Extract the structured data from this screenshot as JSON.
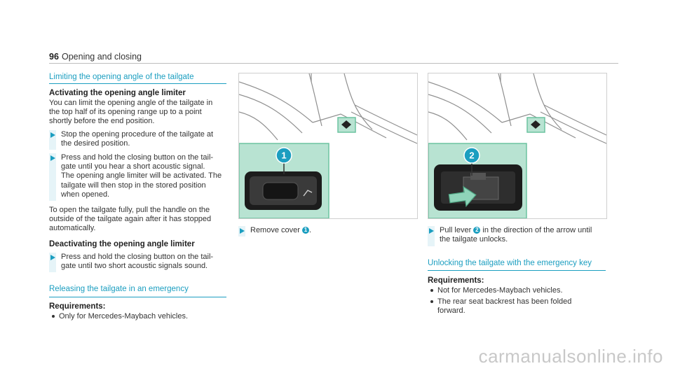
{
  "header": {
    "page_number": "96",
    "title": "Opening and closing"
  },
  "col1": {
    "section1_title": "Limiting the opening angle of the tailgate",
    "activating_heading": "Activating the opening angle limiter",
    "activating_intro": [
      "You can limit the opening angle of the tailgate in",
      "the top half of its opening range up to a point",
      "shortly before the end position."
    ],
    "step1": [
      "Stop the opening procedure of the tailgate at",
      "the desired position."
    ],
    "step2": [
      "Press and hold the closing button on the tail-",
      "gate until you hear a short acoustic signal.",
      "The opening angle limiter will be activated. The",
      "tailgate will then stop in the stored position",
      "when opened."
    ],
    "open_note": [
      "To open the tailgate fully, pull the handle on the",
      "outside of the tailgate again after it has stopped",
      "automatically."
    ],
    "deactivating_heading": "Deactivating the opening angle limiter",
    "step3": [
      "Press and hold the closing button on the tail-",
      "gate until two short acoustic signals sound."
    ],
    "section2_title": "Releasing the tailgate in an emergency",
    "requirements_label": "Requirements:",
    "req1": "Only for Mercedes-Maybach vehicles."
  },
  "col2": {
    "callout": "1",
    "step_text": "Remove cover",
    "step_num": "1",
    "step_end": "."
  },
  "col3": {
    "callout": "2",
    "step_line1_a": "Pull lever",
    "step_num": "2",
    "step_line1_b": "in the direction of the arrow until",
    "step_line2": "the tailgate unlocks.",
    "section3_title": "Unlocking the tailgate with the emergency key",
    "requirements_label": "Requirements:",
    "req1": "Not for Mercedes-Maybach vehicles.",
    "req2": [
      "The rear seat backrest has been folded",
      "forward."
    ]
  },
  "watermark": "carmanualsonline.info",
  "colors": {
    "accent": "#1b9ec0",
    "highlight": "#b8e3d2",
    "highlight_border": "#6cc3a0"
  }
}
